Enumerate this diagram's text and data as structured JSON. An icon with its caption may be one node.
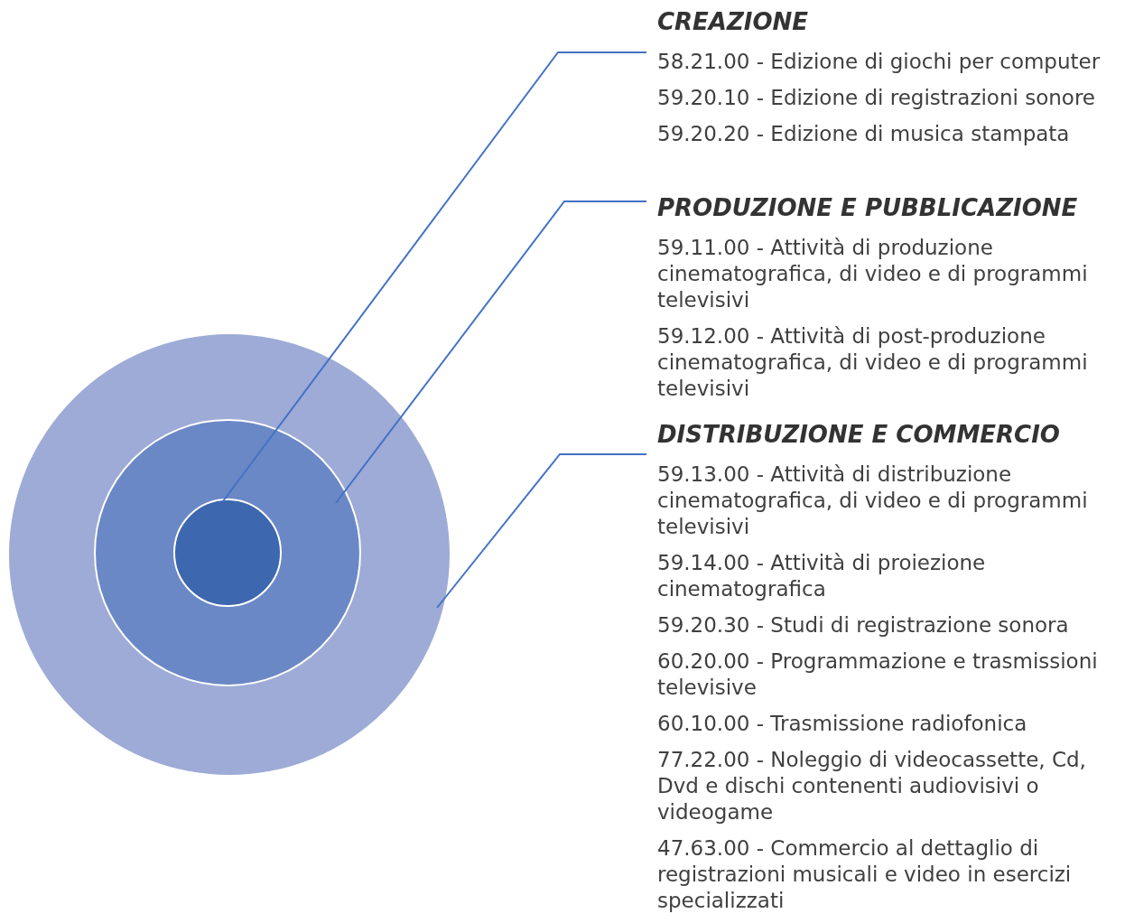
{
  "diagram": {
    "nodes": [
      {
        "text": [],
        "shape": "circle"
      },
      {
        "text": [],
        "shape": "circle",
        "in": 0
      },
      {
        "text": [],
        "shape": "circle",
        "in": 1
      },
      {
        "text": [
          "CREAZIONE",
          "58.21.00 - Edizione di giochi per computer",
          "59.20.10 - Edizione di registrazioni sonore",
          "59.20.20 - Edizione di musica stampata"
        ]
      },
      {
        "text": [
          "PRODUZIONE E PUBBLICAZIONE",
          "59.11.00 - Attività di produzione cinematografica, di video e di programmi televisivi",
          "59.12.00 - Attività di post-produzione cinematografica, di video e di programmi televisivi"
        ]
      },
      {
        "text": [
          "DISTRIBUZIONE E COMMERCIO",
          "59.13.00 - Attività di distribuzione cinematografica, di video e di programmi televisivi",
          "59.14.00 - Attività di proiezione cinematografica",
          "59.20.30 - Studi di registrazione sonora",
          "60.20.00 - Programmazione e trasmissioni televisive",
          "60.10.00 - Trasmissione radiofonica",
          "77.22.00 - Noleggio di videocassette, Cd, Dvd e dischi contenenti audiovisivi o videogame",
          "47.63.00 - Commercio al dettaglio di registrazioni musicali e video in esercizi specializzati"
        ]
      }
    ],
    "edges": [
      {
        "from": 3,
        "to": 2,
        "arrow": "none"
      },
      {
        "from": 4,
        "to": 1,
        "arrow": "none"
      },
      {
        "from": 5,
        "to": 0,
        "arrow": "none"
      }
    ]
  }
}
